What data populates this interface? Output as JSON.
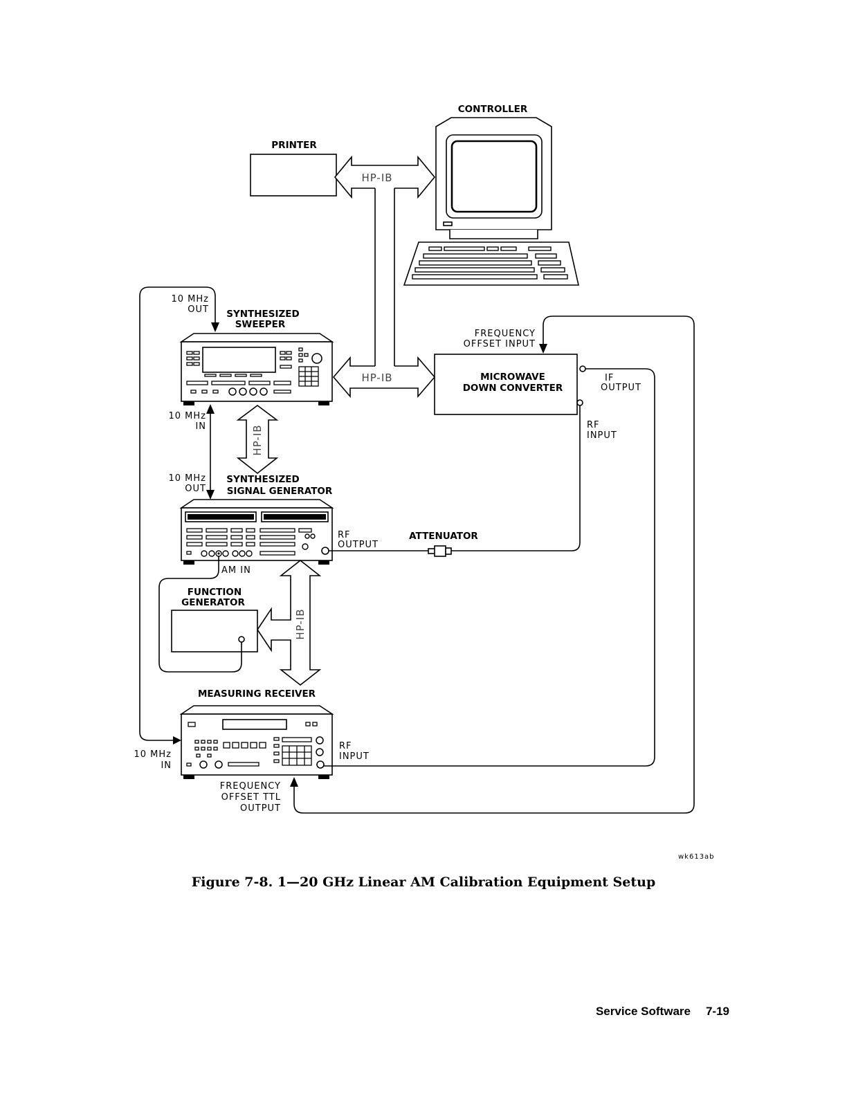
{
  "labels": {
    "controller": "CONTROLLER",
    "printer": "PRINTER",
    "sweeper_1": "SYNTHESIZED",
    "sweeper_2": "SWEEPER",
    "siggen_1": "SYNTHESIZED",
    "siggen_2": "SIGNAL GENERATOR",
    "funcgen_1": "FUNCTION",
    "funcgen_2": "GENERATOR",
    "receiver": "MEASURING RECEIVER",
    "converter_1": "MICROWAVE",
    "converter_2": "DOWN CONVERTER",
    "attenuator": "ATTENUATOR"
  },
  "bus": {
    "hpib": "HP-IB"
  },
  "ports": {
    "sweeper_10mhz_out_1": "10 MHz",
    "sweeper_10mhz_out_2": "OUT",
    "sweeper_10mhz_in_1": "10 MHz",
    "sweeper_10mhz_in_2": "IN",
    "siggen_10mhz_out_1": "10 MHz",
    "siggen_10mhz_out_2": "OUT",
    "siggen_rf_out_1": "RF",
    "siggen_rf_out_2": "OUTPUT",
    "siggen_am_in": "AM IN",
    "receiver_10mhz_in_1": "10 MHz",
    "receiver_10mhz_in_2": "IN",
    "receiver_rf_in_1": "RF",
    "receiver_rf_in_2": "INPUT",
    "receiver_fo_1": "FREQUENCY",
    "receiver_fo_2": "OFFSET TTL",
    "receiver_fo_3": "OUTPUT",
    "converter_fo_1": "FREQUENCY",
    "converter_fo_2": "OFFSET INPUT",
    "converter_if_1": "IF",
    "converter_if_2": "OUTPUT",
    "converter_rf_1": "RF",
    "converter_rf_2": "INPUT"
  },
  "figure": {
    "code": "wk613ab",
    "caption": "Figure 7-8. 1—20 GHz Linear AM Calibration Equipment Setup"
  },
  "footer": {
    "section": "Service Software",
    "page": "7-19"
  }
}
